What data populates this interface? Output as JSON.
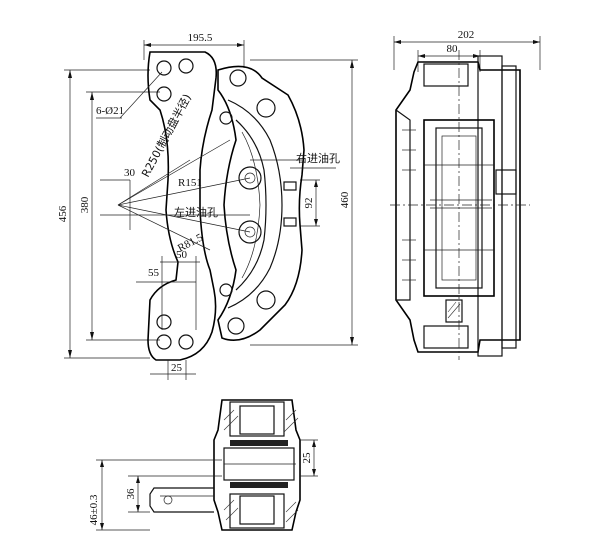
{
  "drawing": {
    "front_view": {
      "dim_width_top": "195.5",
      "dim_height_outer": "456",
      "dim_height_inner": "380",
      "dim_height_right": "460",
      "dim_holes": "6-Ø21",
      "dim_radius_disc": "R250(制动盘半径)",
      "dim_r151": "R151",
      "dim_r81_5": "R81.5",
      "dim_30": "30",
      "dim_92": "92",
      "dim_55": "55",
      "dim_50": "50",
      "dim_25": "25",
      "label_right_inlet": "右进油孔",
      "label_left_inlet": "左进油孔"
    },
    "side_view": {
      "dim_width_total": "202",
      "dim_width_80": "80"
    },
    "bottom_view": {
      "dim_25": "25",
      "dim_36": "36",
      "dim_46": "46±0.3"
    }
  }
}
